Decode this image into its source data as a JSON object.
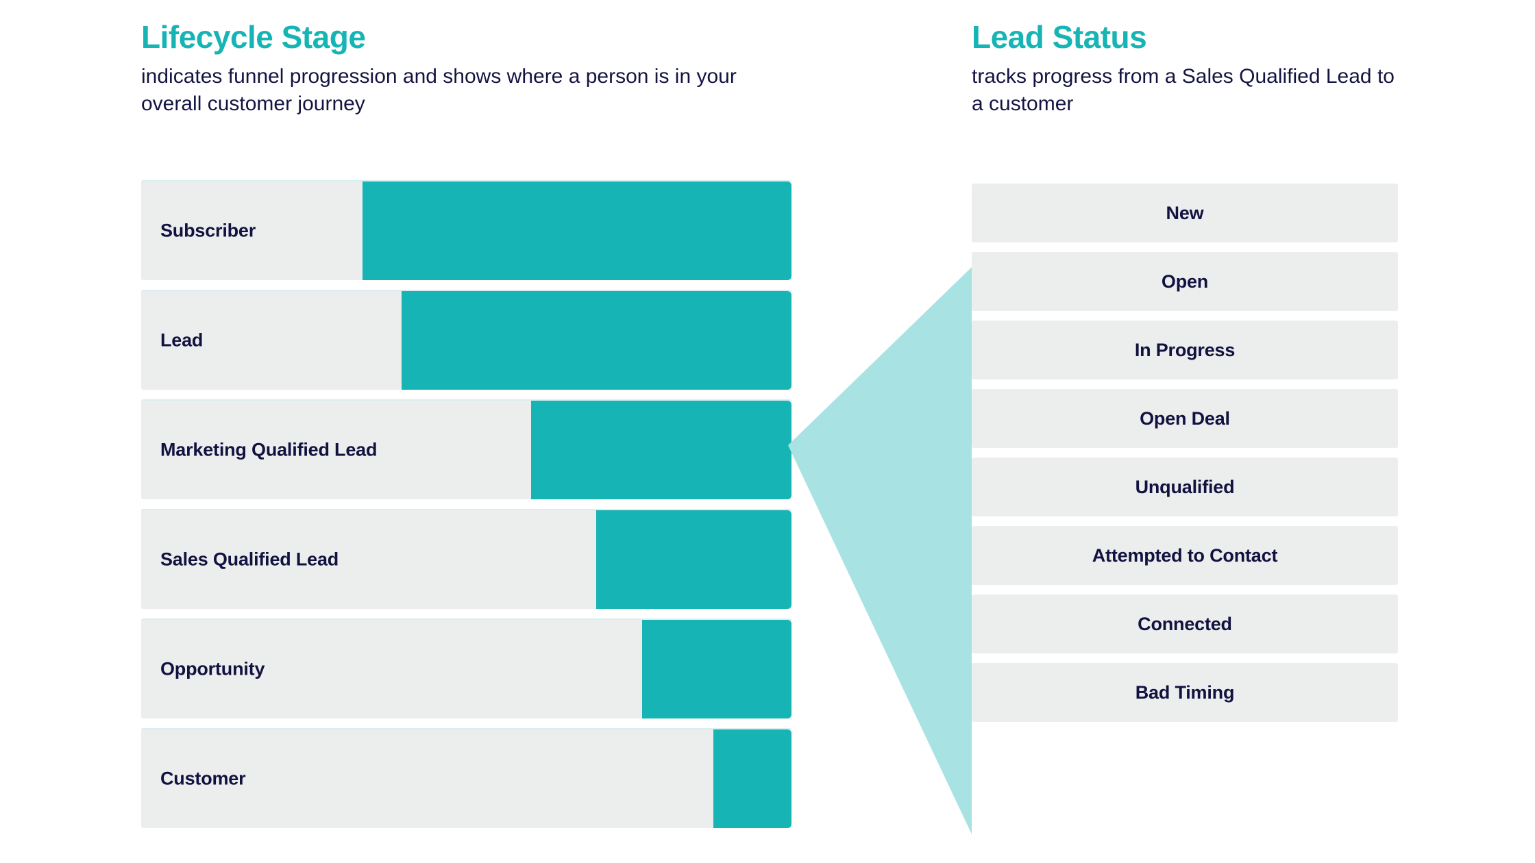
{
  "colors": {
    "accent_teal": "#16B4B4",
    "light_teal": "#A8E2E2",
    "card_gray": "#ECEDED",
    "text_navy": "#121240",
    "background": "#FFFFFF"
  },
  "left_column": {
    "title": "Lifecycle Stage",
    "subtitle": "indicates funnel progression and shows where a person is in your overall customer journey"
  },
  "right_column": {
    "title": "Lead Status",
    "subtitle": "tracks progress from a Sales Qualified Lead to a customer"
  },
  "chart_data": {
    "type": "bar",
    "title": "Lifecycle Stage",
    "subtitle": "indicates funnel progression and shows where a person is in your overall customer journey",
    "orientation": "horizontal",
    "xlabel": "",
    "ylabel": "",
    "grid": false,
    "legend": "none",
    "note": "Each row is a full-width track; the teal portion is right-aligned and shrinks down the funnel, representing decreasing audience size at each stage.",
    "categories": [
      "Subscriber",
      "Lead",
      "Marketing Qualified Lead",
      "Sales Qualified Lead",
      "Opportunity",
      "Customer"
    ],
    "values": [
      66,
      60,
      40,
      30,
      23,
      12
    ],
    "value_unit": "percent of track filled (teal)",
    "ylim": [
      0,
      100
    ]
  },
  "lifecycle_stages": [
    {
      "label": "Subscriber",
      "fill_percent": 66
    },
    {
      "label": "Lead",
      "fill_percent": 60
    },
    {
      "label": "Marketing Qualified Lead",
      "fill_percent": 40
    },
    {
      "label": "Sales Qualified Lead",
      "fill_percent": 30
    },
    {
      "label": "Opportunity",
      "fill_percent": 23
    },
    {
      "label": "Customer",
      "fill_percent": 12
    }
  ],
  "lead_statuses": [
    {
      "label": "New"
    },
    {
      "label": "Open"
    },
    {
      "label": "In Progress"
    },
    {
      "label": "Open Deal"
    },
    {
      "label": "Unqualified"
    },
    {
      "label": "Attempted to Contact"
    },
    {
      "label": "Connected"
    },
    {
      "label": "Bad Timing"
    }
  ],
  "connector": {
    "icon": "left-pointing-triangle-icon",
    "description": "Light teal triangle pointing from the Lead Status column toward the Sales Qualified Lead row"
  }
}
